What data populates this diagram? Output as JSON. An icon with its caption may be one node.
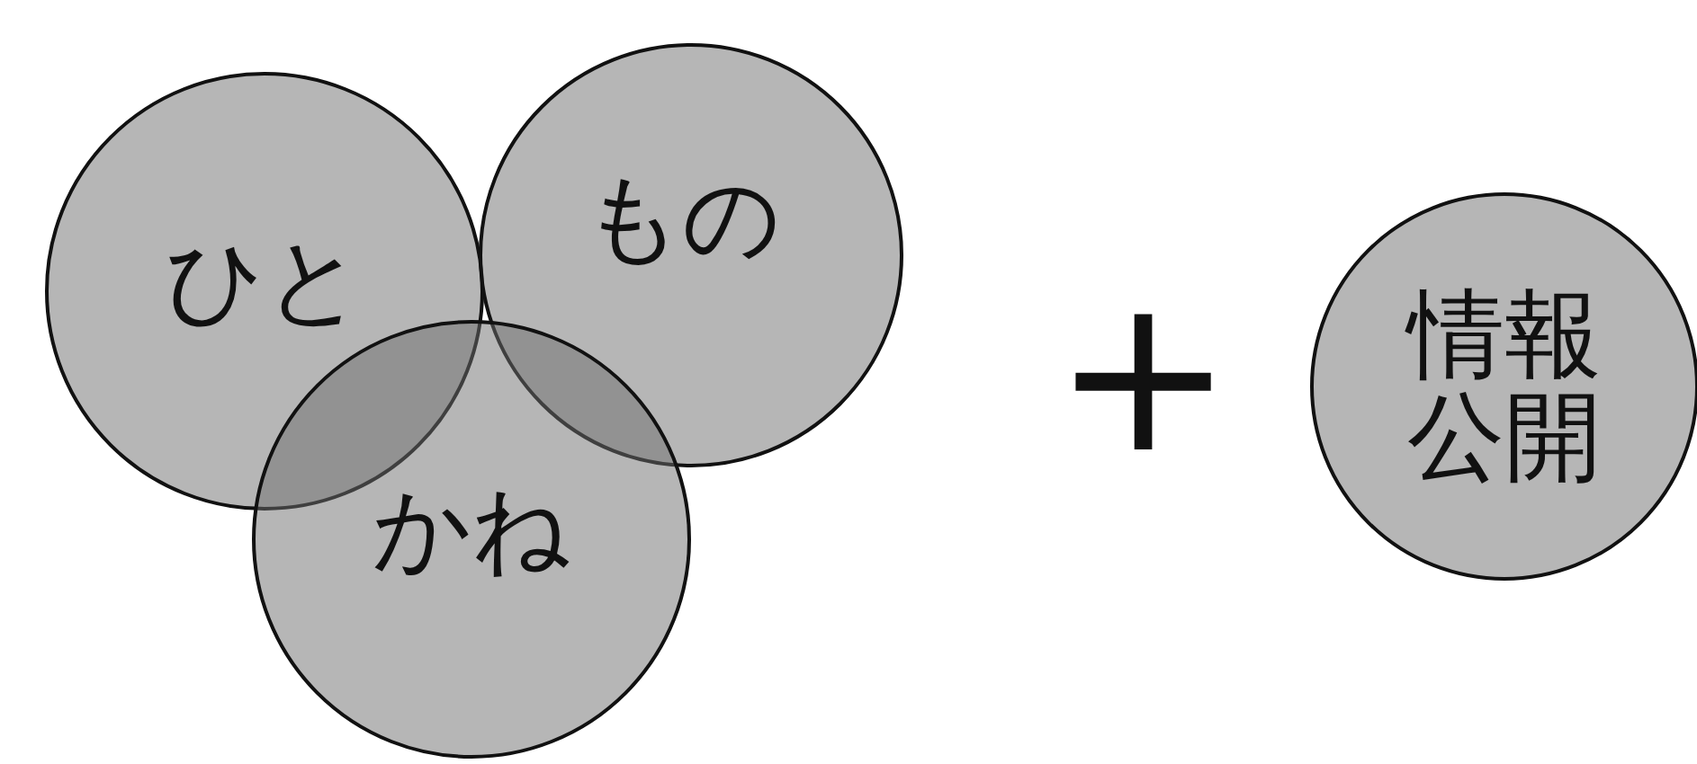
{
  "diagram": {
    "nodes": [
      {
        "text": [
          "ひと"
        ]
      },
      {
        "text": [
          "もの"
        ]
      },
      {
        "text": [
          "かね"
        ]
      },
      {
        "text": [
          "情報公開"
        ]
      }
    ],
    "labels": [
      "+"
    ]
  }
}
